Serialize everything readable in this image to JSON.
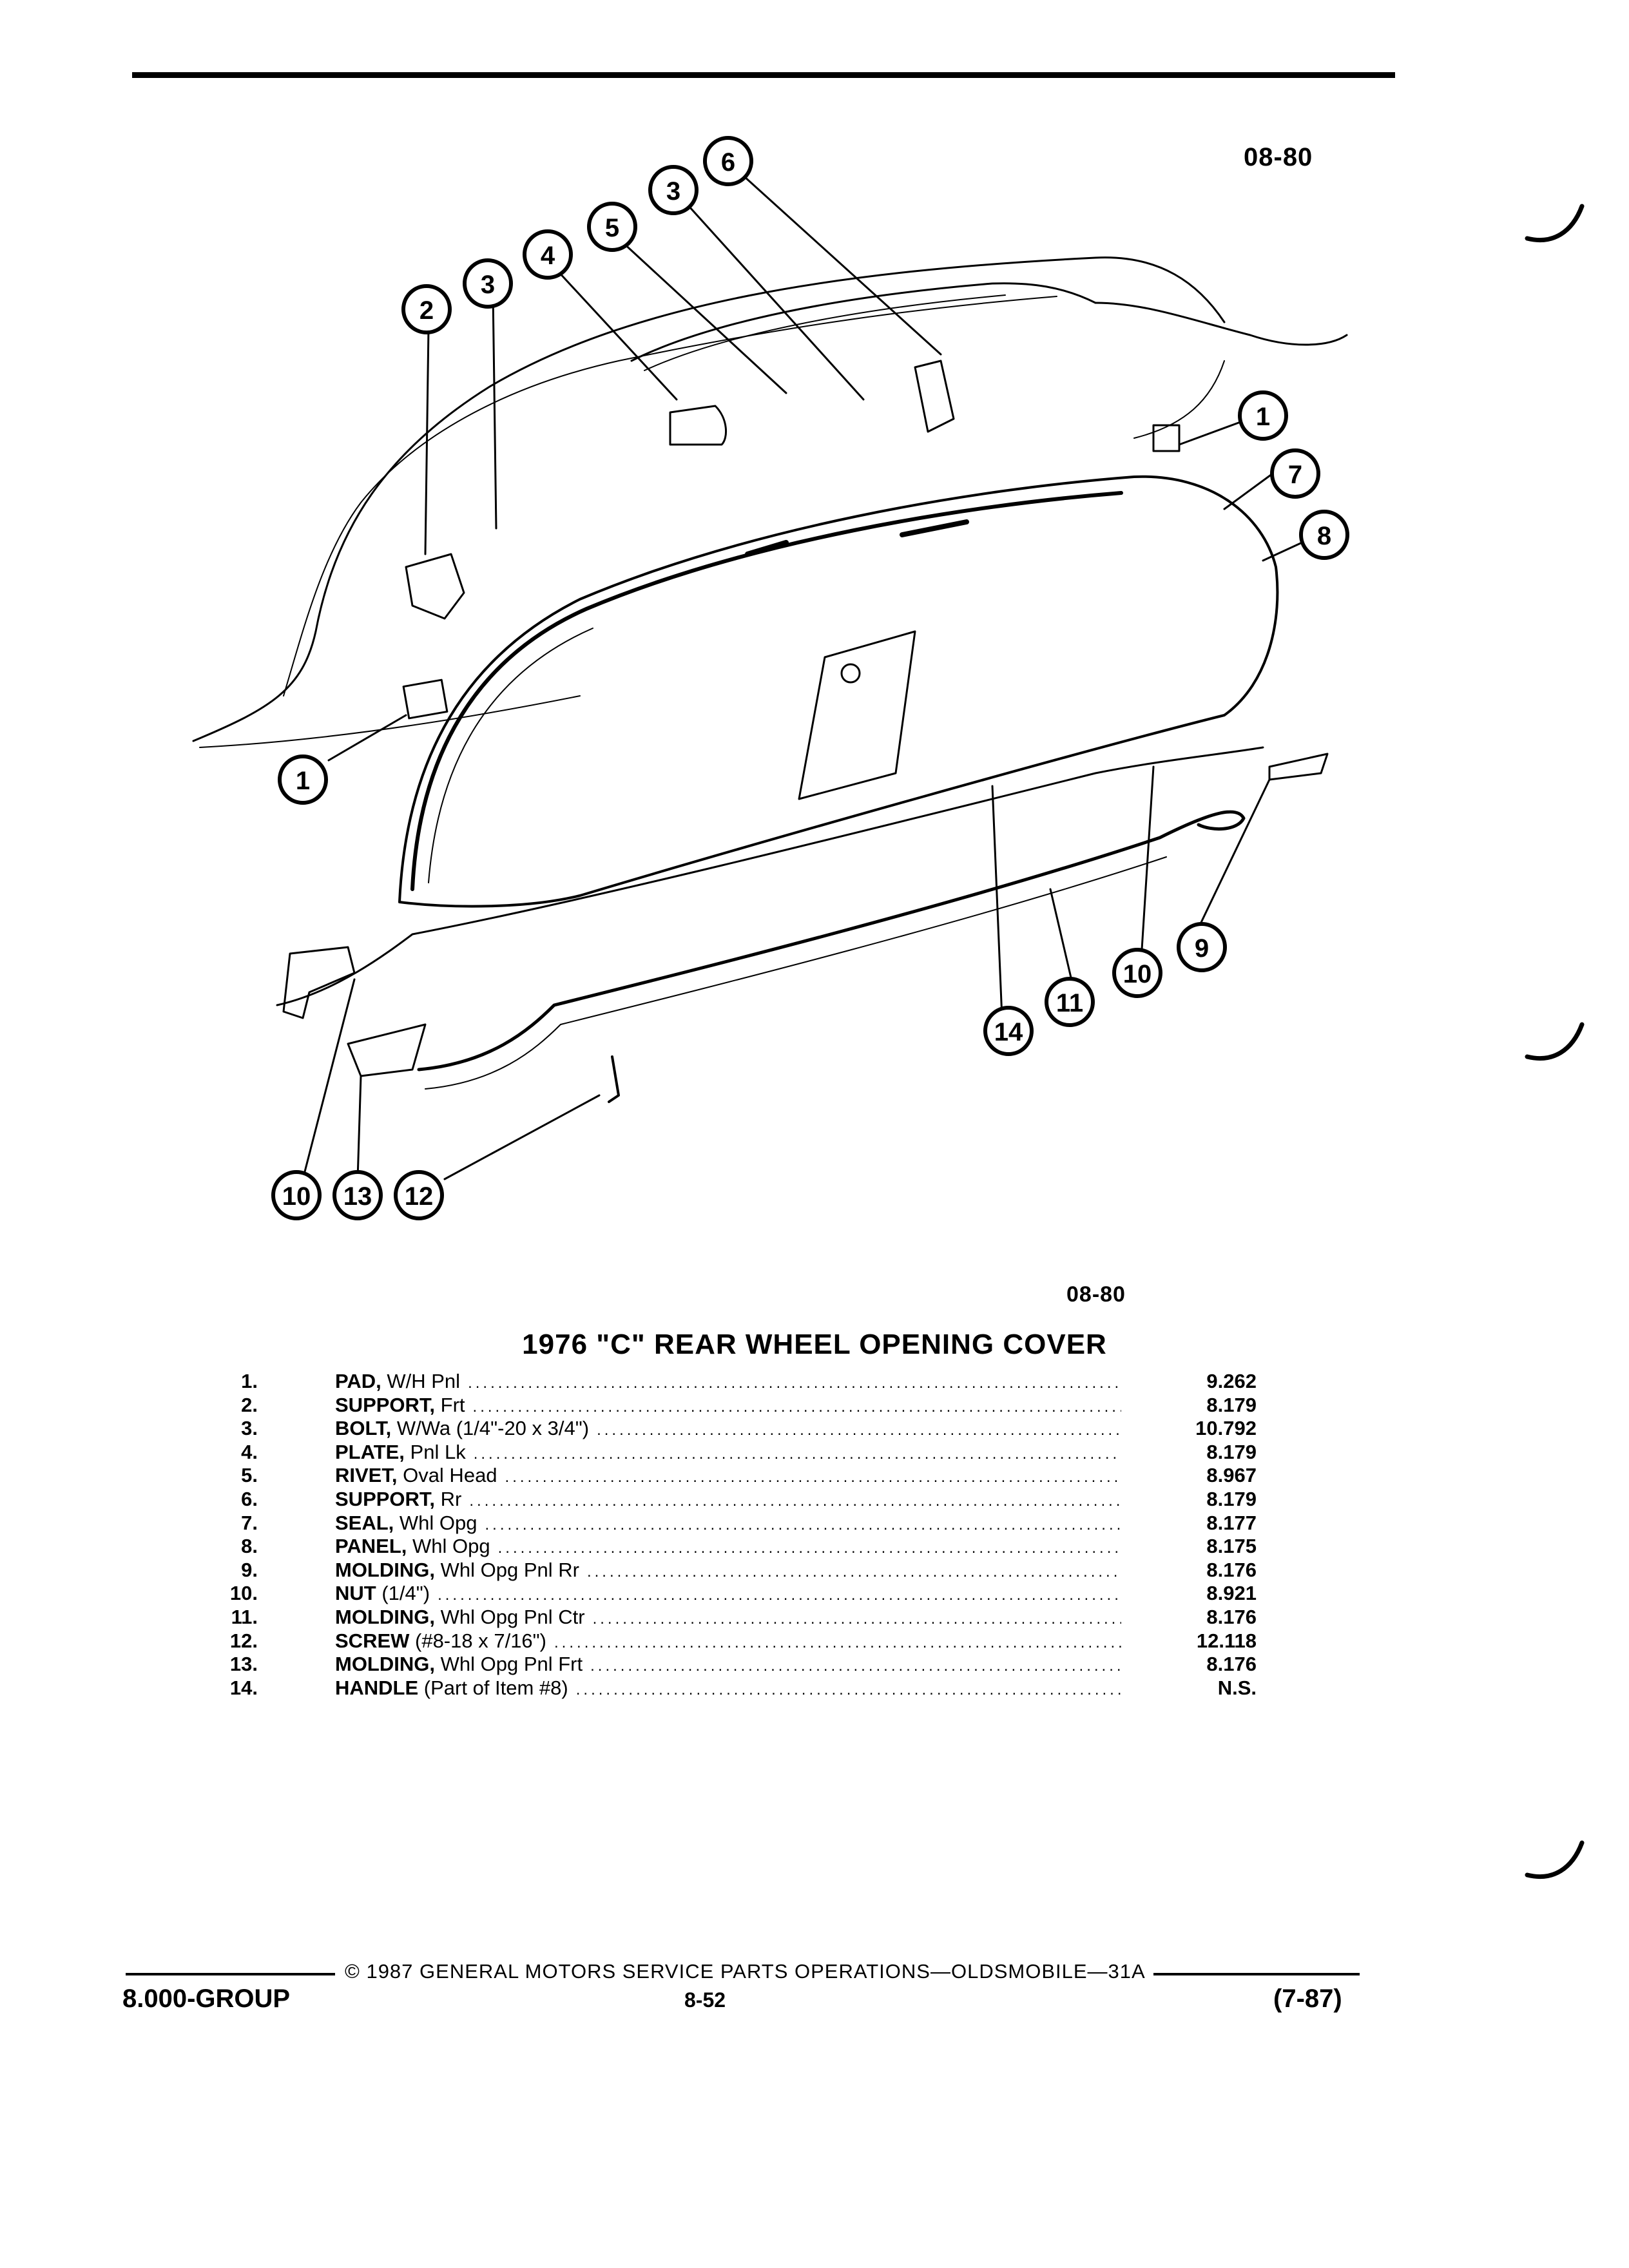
{
  "ref_top": "08-80",
  "ref_mid": "08-80",
  "title": "1976 \"C\" REAR WHEEL OPENING COVER",
  "callouts": [
    "6",
    "3",
    "5",
    "4",
    "3",
    "2",
    "1",
    "7",
    "8",
    "1",
    "9",
    "10",
    "11",
    "14",
    "10",
    "13",
    "12"
  ],
  "parts": [
    {
      "num": "1.",
      "name": "PAD,",
      "detail": " W/H Pnl",
      "cat": "9.262"
    },
    {
      "num": "2.",
      "name": "SUPPORT,",
      "detail": " Frt",
      "cat": "8.179"
    },
    {
      "num": "3.",
      "name": "BOLT,",
      "detail": " W/Wa (1/4\"-20 x 3/4\")",
      "cat": "10.792"
    },
    {
      "num": "4.",
      "name": "PLATE,",
      "detail": " Pnl Lk",
      "cat": "8.179"
    },
    {
      "num": "5.",
      "name": "RIVET,",
      "detail": " Oval Head",
      "cat": "8.967"
    },
    {
      "num": "6.",
      "name": "SUPPORT,",
      "detail": " Rr",
      "cat": "8.179"
    },
    {
      "num": "7.",
      "name": "SEAL,",
      "detail": " Whl Opg",
      "cat": "8.177"
    },
    {
      "num": "8.",
      "name": "PANEL,",
      "detail": " Whl Opg",
      "cat": "8.175"
    },
    {
      "num": "9.",
      "name": "MOLDING,",
      "detail": " Whl Opg Pnl Rr",
      "cat": "8.176"
    },
    {
      "num": "10.",
      "name": "NUT",
      "detail": " (1/4\")",
      "cat": "8.921"
    },
    {
      "num": "11.",
      "name": "MOLDING,",
      "detail": " Whl Opg Pnl Ctr",
      "cat": "8.176"
    },
    {
      "num": "12.",
      "name": "SCREW",
      "detail": " (#8-18 x 7/16\")",
      "cat": "12.118"
    },
    {
      "num": "13.",
      "name": "MOLDING,",
      "detail": " Whl Opg Pnl Frt",
      "cat": "8.176"
    },
    {
      "num": "14.",
      "name": "HANDLE",
      "detail": " (Part of Item #8)",
      "cat": "N.S."
    }
  ],
  "footer": {
    "copyright": "© 1987 GENERAL MOTORS SERVICE PARTS OPERATIONS—OLDSMOBILE—31A",
    "group": "8.000-GROUP",
    "page": "8-52",
    "date": "(7-87)"
  }
}
